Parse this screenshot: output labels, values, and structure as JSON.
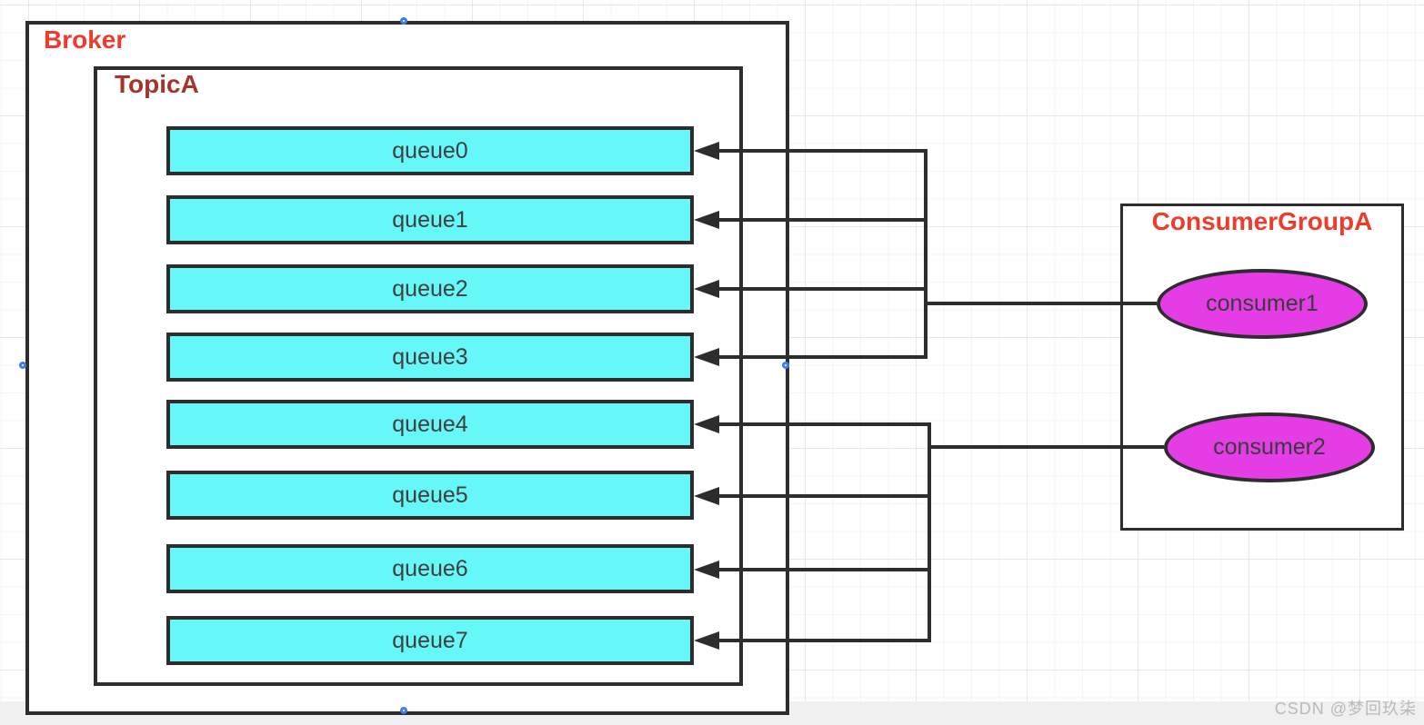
{
  "diagram": {
    "broker": {
      "label": "Broker",
      "topic": {
        "label": "TopicA",
        "queues": [
          "queue0",
          "queue1",
          "queue2",
          "queue3",
          "queue4",
          "queue5",
          "queue6",
          "queue7"
        ]
      }
    },
    "consumer_group": {
      "label": "ConsumerGroupA",
      "consumers": [
        "consumer1",
        "consumer2"
      ]
    },
    "connections": [
      {
        "from": "consumer1",
        "to": [
          "queue0",
          "queue1",
          "queue2",
          "queue3"
        ]
      },
      {
        "from": "consumer2",
        "to": [
          "queue4",
          "queue5",
          "queue6",
          "queue7"
        ]
      }
    ],
    "colors": {
      "queue_fill": "#66f7f8",
      "consumer_fill": "#e53de5",
      "stroke": "#2d2d2d",
      "broker_label_red": "#ee3b2c",
      "topic_label_red": "#a5332e",
      "selection_handle_blue": "#3e7fe8",
      "grid_minor": "#f4f4f4",
      "grid_major": "#e8e8e8",
      "footer_band": "#f0f0f0"
    },
    "watermark": "CSDN @梦回玖柒"
  }
}
